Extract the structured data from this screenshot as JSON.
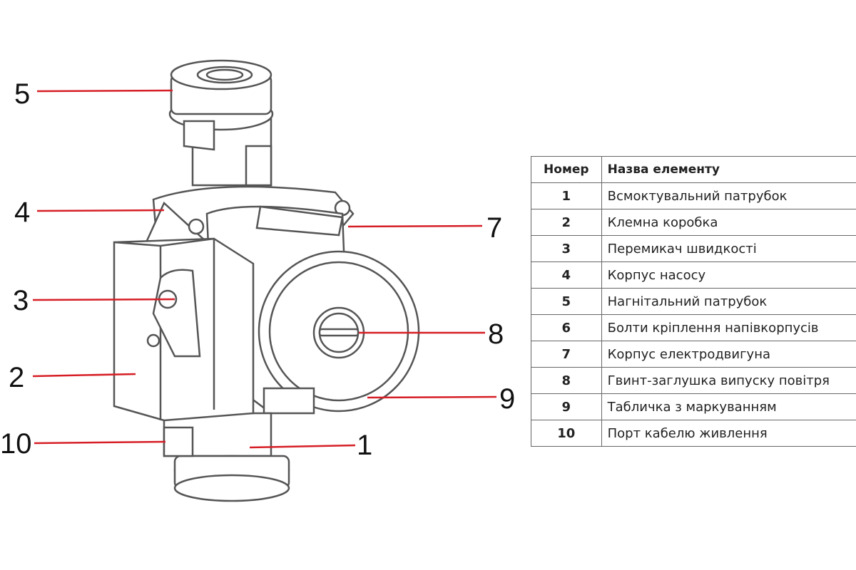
{
  "callouts": [
    "1",
    "2",
    "3",
    "4",
    "5",
    "7",
    "8",
    "9",
    "10"
  ],
  "table": {
    "headers": [
      "Номер",
      "Назва елементу"
    ],
    "rows": [
      {
        "num": "1",
        "name": "Всмоктувальний патрубок"
      },
      {
        "num": "2",
        "name": "Клемна коробка"
      },
      {
        "num": "3",
        "name": "Перемикач швидкості"
      },
      {
        "num": "4",
        "name": "Корпус насосу"
      },
      {
        "num": "5",
        "name": "Нагнітальний патрубок"
      },
      {
        "num": "6",
        "name": "Болти кріплення напівкорпусів"
      },
      {
        "num": "7",
        "name": "Корпус електродвигуна"
      },
      {
        "num": "8",
        "name": "Гвинт-заглушка випуску повітря"
      },
      {
        "num": "9",
        "name": "Табличка з маркуванням"
      },
      {
        "num": "10",
        "name": "Порт кабелю живлення"
      }
    ]
  },
  "colors": {
    "leader": "#d61f26",
    "outline": "#555555"
  }
}
